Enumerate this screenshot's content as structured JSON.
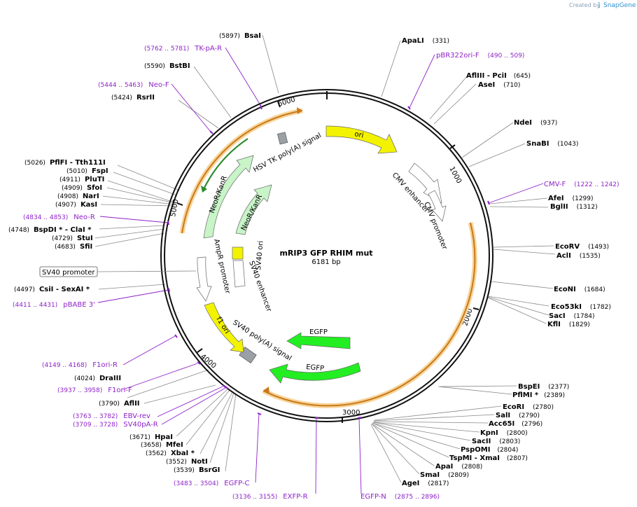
{
  "plasmid": {
    "name": "mRIP3 GFP RHIM mut",
    "length": "6181 bp"
  },
  "brand": {
    "created_by": "Created by",
    "name": "SnapGene"
  },
  "ticks": [
    "1000",
    "2000",
    "3000",
    "4000",
    "5000",
    "6000"
  ],
  "enzymes": [
    {
      "id": "bsai",
      "pre": "(5897)",
      "name": "BsaI",
      "post": ""
    },
    {
      "id": "bstbi",
      "pre": "(5590)",
      "name": "BstBI",
      "post": ""
    },
    {
      "id": "rsrii",
      "pre": "(5424)",
      "name": "RsrII",
      "post": ""
    },
    {
      "id": "pflfi",
      "pre": "(5026)",
      "name": "PflFI - Tth111I",
      "post": ""
    },
    {
      "id": "fspi",
      "pre": "(5010)",
      "name": "FspI",
      "post": ""
    },
    {
      "id": "pluti",
      "pre": "(4911)",
      "name": "PluTI",
      "post": ""
    },
    {
      "id": "sfoi",
      "pre": "(4909)",
      "name": "SfoI",
      "post": ""
    },
    {
      "id": "nari",
      "pre": "(4908)",
      "name": "NarI",
      "post": ""
    },
    {
      "id": "kasi",
      "pre": "(4907)",
      "name": "KasI",
      "post": ""
    },
    {
      "id": "bspdi",
      "pre": "(4748)",
      "name": "BspDI * - ClaI *",
      "post": ""
    },
    {
      "id": "stui",
      "pre": "(4729)",
      "name": "StuI",
      "post": ""
    },
    {
      "id": "sfii",
      "pre": "(4683)",
      "name": "SfiI",
      "post": ""
    },
    {
      "id": "csii",
      "pre": "(4497)",
      "name": "CsiI - SexAI *",
      "post": ""
    },
    {
      "id": "draiii",
      "pre": "(4024)",
      "name": "DraIII",
      "post": ""
    },
    {
      "id": "aflii",
      "pre": "(3790)",
      "name": "AflII",
      "post": ""
    },
    {
      "id": "hpai",
      "pre": "(3671)",
      "name": "HpaI",
      "post": ""
    },
    {
      "id": "mfei",
      "pre": "(3658)",
      "name": "MfeI",
      "post": ""
    },
    {
      "id": "xbai",
      "pre": "(3562)",
      "name": "XbaI *",
      "post": ""
    },
    {
      "id": "noti",
      "pre": "(3552)",
      "name": "NotI",
      "post": ""
    },
    {
      "id": "bsrgi",
      "pre": "(3539)",
      "name": "BsrGI",
      "post": ""
    },
    {
      "id": "apali",
      "pre": "",
      "name": "ApaLI",
      "post": "(331)"
    },
    {
      "id": "afliii",
      "pre": "",
      "name": "AflIII - PciI",
      "post": "(645)"
    },
    {
      "id": "asei",
      "pre": "",
      "name": "AseI",
      "post": "(710)"
    },
    {
      "id": "ndei",
      "pre": "",
      "name": "NdeI",
      "post": "(937)"
    },
    {
      "id": "snabi",
      "pre": "",
      "name": "SnaBI",
      "post": "(1043)"
    },
    {
      "id": "afei",
      "pre": "",
      "name": "AfeI",
      "post": "(1299)"
    },
    {
      "id": "bglii",
      "pre": "",
      "name": "BglII",
      "post": "(1312)"
    },
    {
      "id": "ecorv",
      "pre": "",
      "name": "EcoRV",
      "post": "(1493)"
    },
    {
      "id": "acli",
      "pre": "",
      "name": "AclI",
      "post": "(1535)"
    },
    {
      "id": "econi",
      "pre": "",
      "name": "EcoNI",
      "post": "(1684)"
    },
    {
      "id": "eco53ki",
      "pre": "",
      "name": "Eco53kI",
      "post": "(1782)"
    },
    {
      "id": "saci",
      "pre": "",
      "name": "SacI",
      "post": "(1784)"
    },
    {
      "id": "kfli",
      "pre": "",
      "name": "KflI",
      "post": "(1829)"
    },
    {
      "id": "bspei",
      "pre": "",
      "name": "BspEI",
      "post": "(2377)"
    },
    {
      "id": "pflmi",
      "pre": "",
      "name": "PflMI *",
      "post": "(2389)"
    },
    {
      "id": "ecori",
      "pre": "",
      "name": "EcoRI",
      "post": "(2780)"
    },
    {
      "id": "sali",
      "pre": "",
      "name": "SalI",
      "post": "(2790)"
    },
    {
      "id": "acc65i",
      "pre": "",
      "name": "Acc65I",
      "post": "(2796)"
    },
    {
      "id": "kpni",
      "pre": "",
      "name": "KpnI",
      "post": "(2800)"
    },
    {
      "id": "sacii",
      "pre": "",
      "name": "SacII",
      "post": "(2803)"
    },
    {
      "id": "pspomi",
      "pre": "",
      "name": "PspOMI",
      "post": "(2804)"
    },
    {
      "id": "tspmi",
      "pre": "",
      "name": "TspMI - XmaI",
      "post": "(2807)"
    },
    {
      "id": "apai",
      "pre": "",
      "name": "ApaI",
      "post": "(2808)"
    },
    {
      "id": "smai",
      "pre": "",
      "name": "SmaI",
      "post": "(2809)"
    },
    {
      "id": "agei",
      "pre": "",
      "name": "AgeI",
      "post": "(2817)"
    }
  ],
  "primers": [
    {
      "id": "tkpar",
      "range": "(5762 .. 5781)",
      "name": "TK-pA-R",
      "side": "left"
    },
    {
      "id": "neof",
      "range": "(5444 .. 5463)",
      "name": "Neo-F",
      "side": "left"
    },
    {
      "id": "neor",
      "range": "(4834 .. 4853)",
      "name": "Neo-R",
      "side": "left"
    },
    {
      "id": "pbabe3",
      "range": "(4411 .. 4431)",
      "name": "pBABE 3'",
      "side": "left"
    },
    {
      "id": "f1orir",
      "range": "(4149 .. 4168)",
      "name": "F1ori-R",
      "side": "left"
    },
    {
      "id": "f1orif",
      "range": "(3937 .. 3958)",
      "name": "F1ori-F",
      "side": "left"
    },
    {
      "id": "ebvrev",
      "range": "(3763 .. 3782)",
      "name": "EBV-rev",
      "side": "left"
    },
    {
      "id": "sv40par",
      "range": "(3709 .. 3728)",
      "name": "SV40pA-R",
      "side": "left"
    },
    {
      "id": "egfpc",
      "range": "(3483 .. 3504)",
      "name": "EGFP-C",
      "side": "left"
    },
    {
      "id": "exfpr",
      "range": "(3136 .. 3155)",
      "name": "EXFP-R",
      "side": "left"
    },
    {
      "id": "pbr322",
      "range": "(490 .. 509)",
      "name": "pBR322ori-F",
      "side": "right"
    },
    {
      "id": "cmvf",
      "range": "(1222 .. 1242)",
      "name": "CMV-F",
      "side": "right"
    },
    {
      "id": "egfpn",
      "range": "(2875 .. 2896)",
      "name": "EGFP-N",
      "side": "right"
    }
  ],
  "features": {
    "ori": "ori",
    "cmv_enhancer": "CMV enhancer",
    "cmv_promoter": "CMV promoter",
    "egfp_outer": "EGFP",
    "egfp_inner": "EGFP",
    "sv40_polya": "SV40 poly(A) signal",
    "f1_ori": "f1 ori",
    "ampr_promoter": "AmpR promoter",
    "neor_outer": "NeoR/KanR",
    "neor_inner": "NeoR/KanR",
    "hsv_tk": "HSV TK poly(A) signal",
    "sv40_ori": "SV40 ori",
    "sv40_enhancer": "SV40 enhancer",
    "sv40_promoter_box": "SV40 promoter"
  },
  "colors": {
    "enzyme": "#000000",
    "primer": "#8f22c8",
    "ori": "#f3f300",
    "egfp": "#22ee22",
    "neor": "#c8f4c8",
    "orange_arc": "#c9781a",
    "orange_glow": "#f7d59a"
  }
}
